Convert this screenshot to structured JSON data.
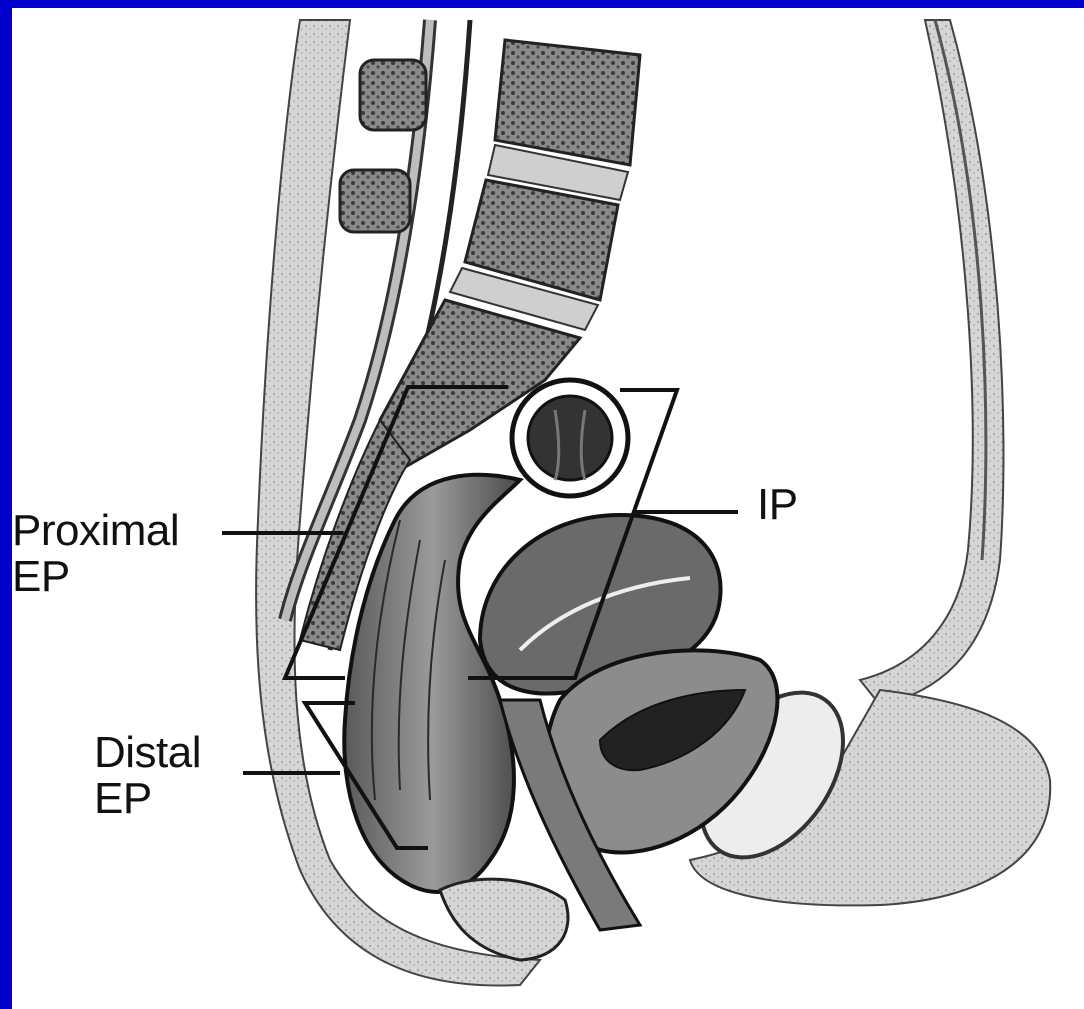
{
  "labels": {
    "proximal_line1": "Proximal",
    "proximal_line2": "EP",
    "distal_line1": "Distal",
    "distal_line2": "EP",
    "ip": "IP"
  },
  "colors": {
    "frame_blue": "#0000cc",
    "panel_white": "#ffffff",
    "outline": "#111111"
  }
}
